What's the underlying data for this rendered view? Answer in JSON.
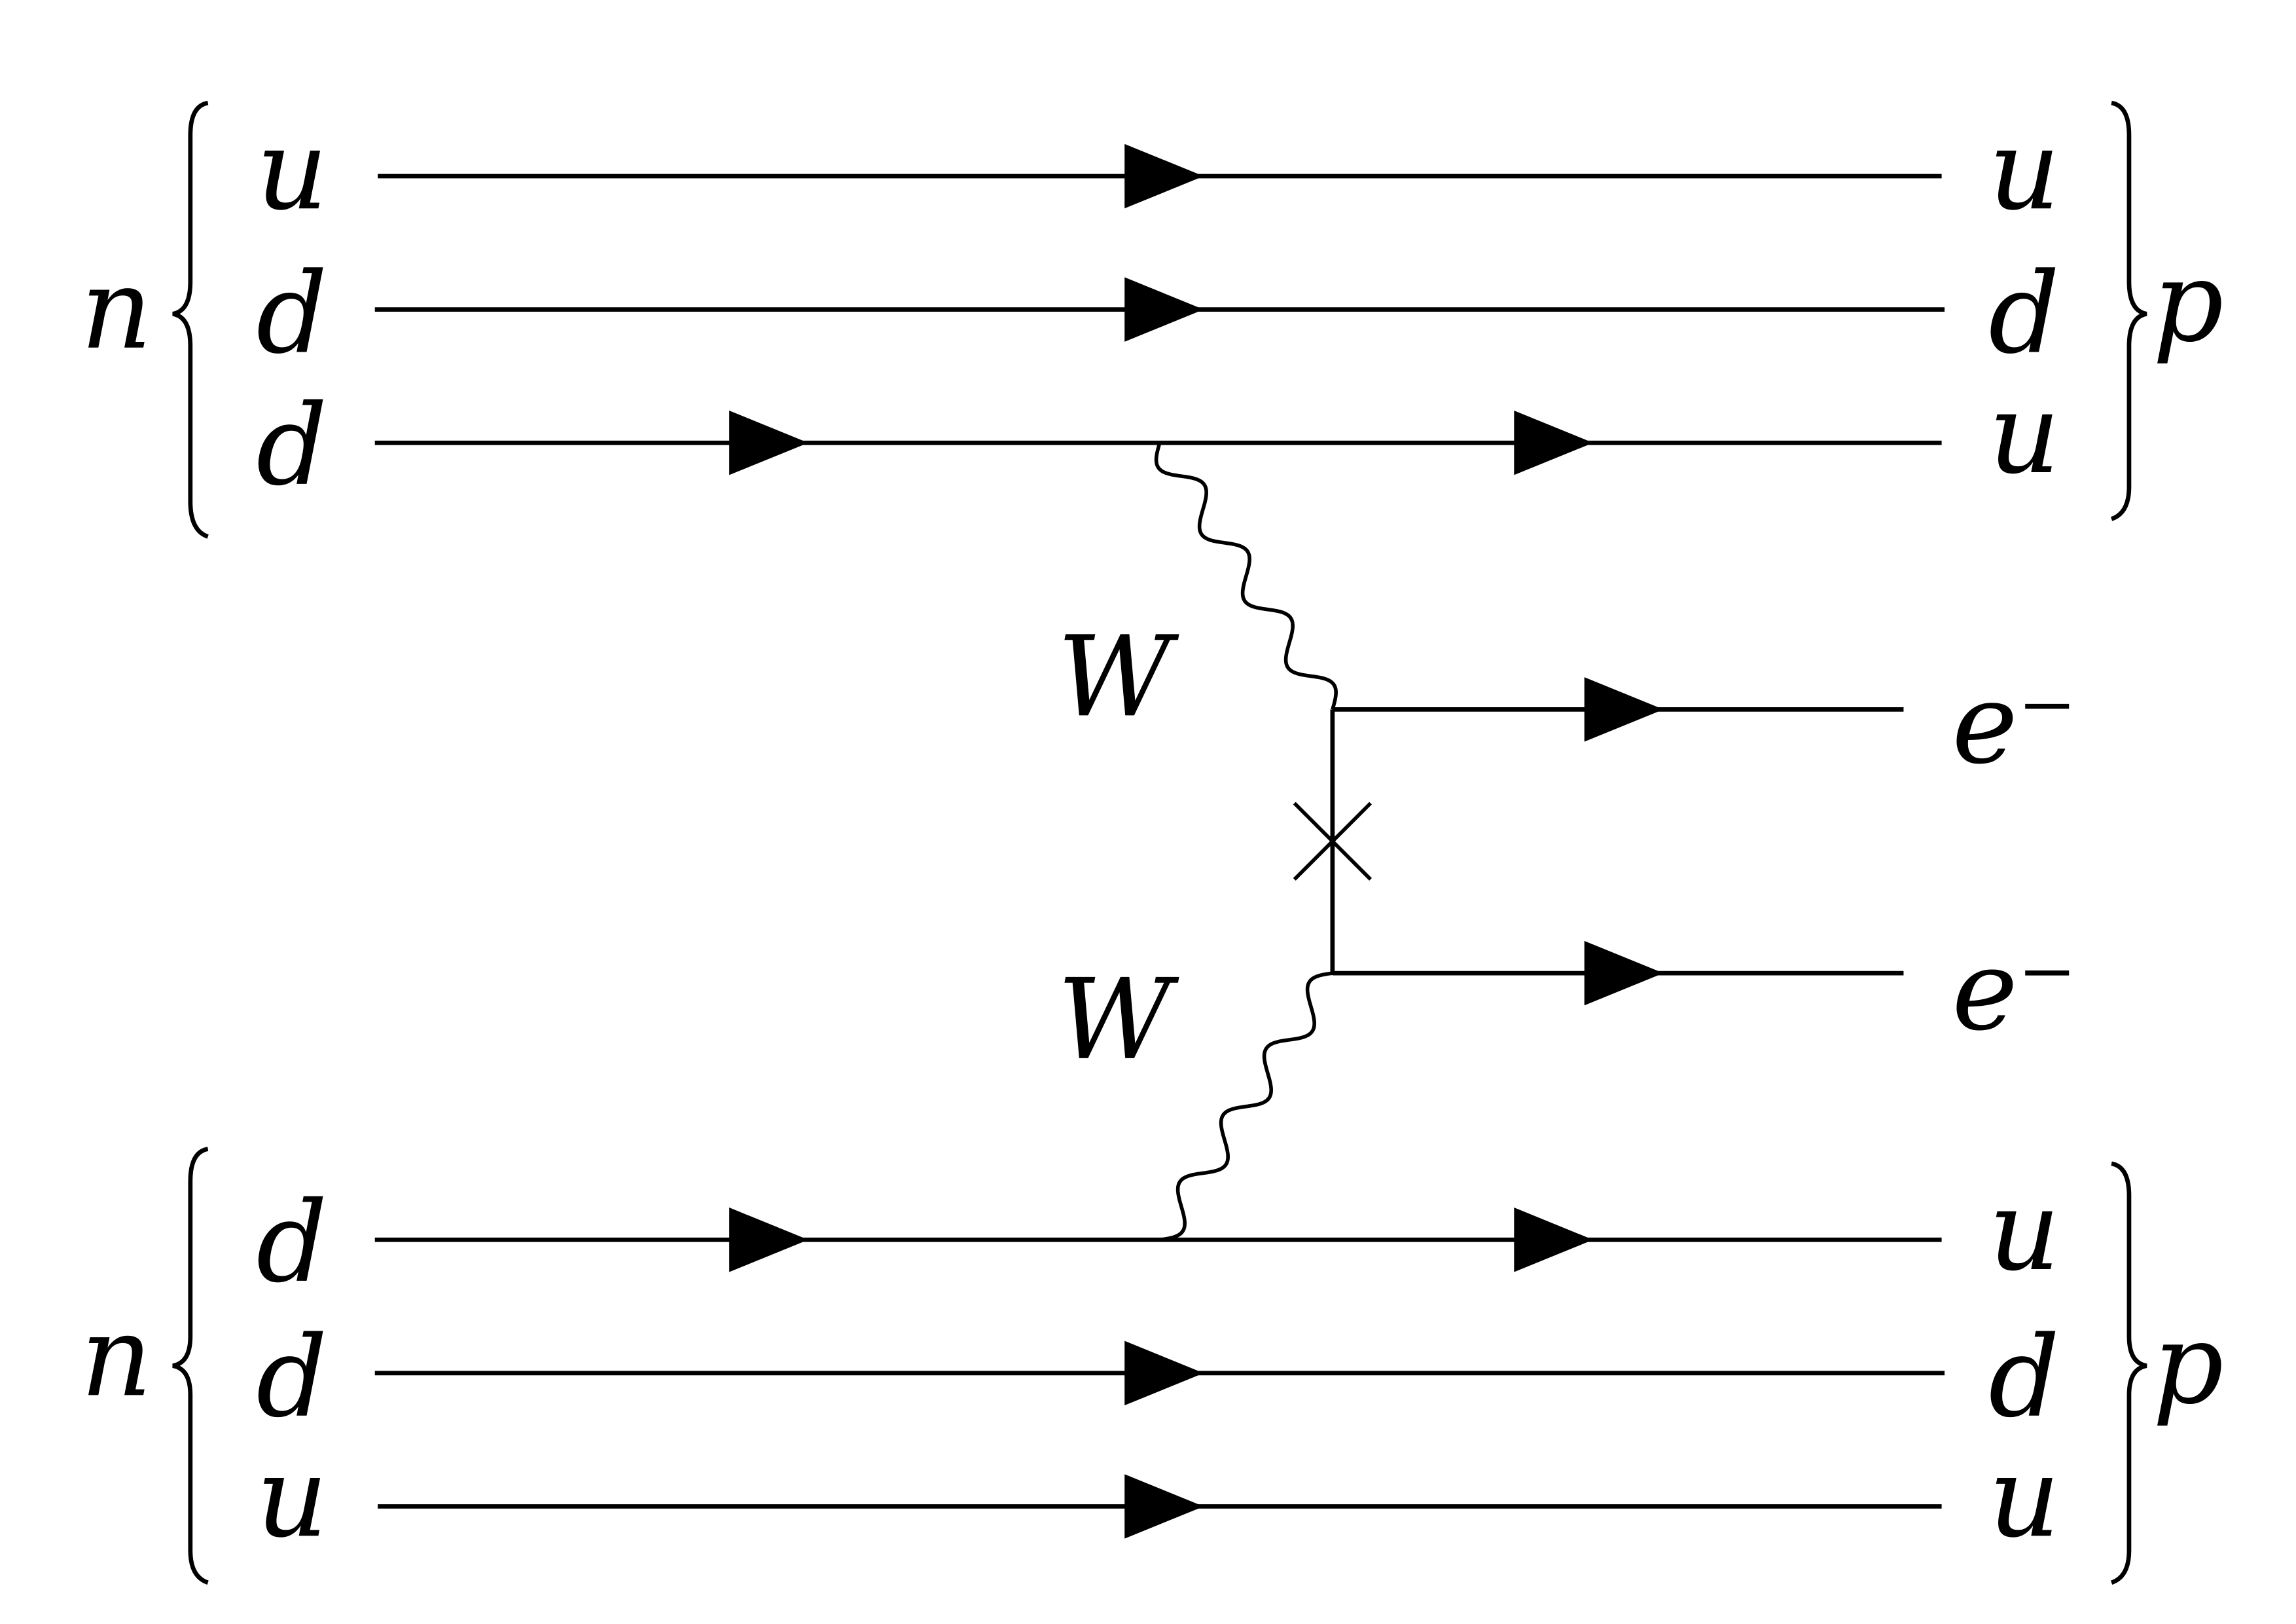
{
  "diagram": {
    "top_nucleon": {
      "initial": "n",
      "final": "p",
      "in_quarks": [
        "u",
        "d",
        "d"
      ],
      "out_quarks": [
        "u",
        "d",
        "u"
      ]
    },
    "bottom_nucleon": {
      "initial": "n",
      "final": "p",
      "in_quarks": [
        "d",
        "d",
        "u"
      ],
      "out_quarks": [
        "u",
        "d",
        "u"
      ]
    },
    "boson_labels": [
      "W",
      "W"
    ],
    "leptons": [
      "e⁻",
      "e⁻"
    ]
  },
  "colors": {
    "line": "#000000",
    "background": "#ffffff"
  },
  "icons": {
    "fermion_arrow": "filled-triangle-arrow",
    "boson_propagator": "wavy-line",
    "majorana_mass_insertion": "cross-mark"
  }
}
